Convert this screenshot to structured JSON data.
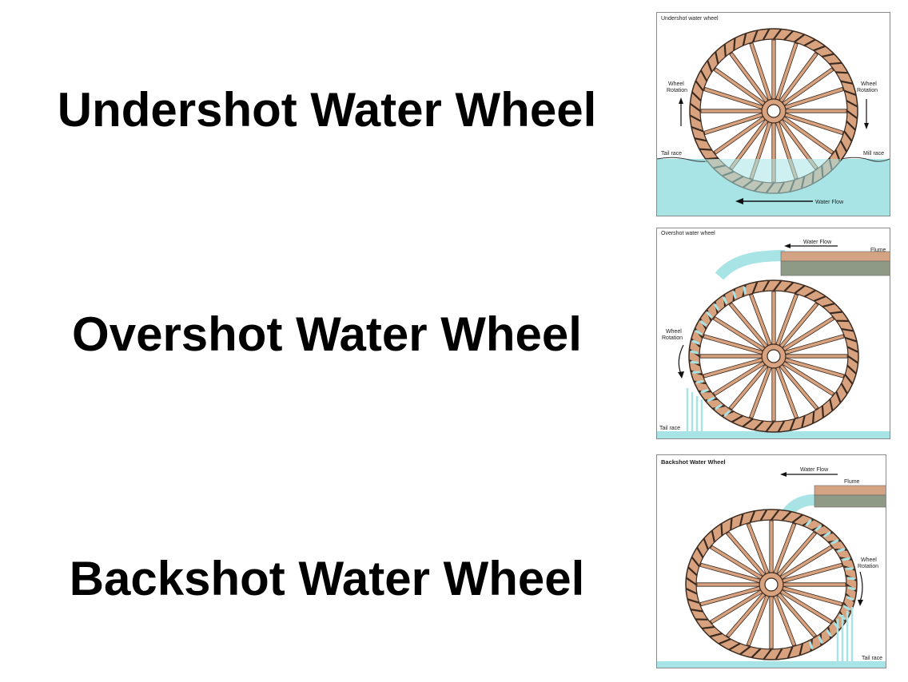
{
  "headings": {
    "undershot": "Undershot Water Wheel",
    "overshot": "Overshot Water Wheel",
    "backshot": "Backshot Water Wheel"
  },
  "undershot_panel": {
    "title": "Undershot water wheel",
    "left_rotation": "Wheel\nRotation",
    "right_rotation": "Wheel\nRotation",
    "tail_race": "Tail race",
    "mill_race": "Mill race",
    "water_flow": "Water Flow"
  },
  "overshot_panel": {
    "title": "Overshot water wheel",
    "water_flow": "Water Flow",
    "flume": "Flume",
    "rotation": "Wheel\nRotation",
    "tail_race": "Tail race"
  },
  "backshot_panel": {
    "title": "Backshot Water Wheel",
    "water_flow": "Water Flow",
    "flume": "Flume",
    "rotation": "Wheel\nRotation",
    "tail_race": "Tail race"
  },
  "colors": {
    "wood": "#d9a27f",
    "wood_dark": "#3a2a20",
    "water": "#a8e4e6",
    "water_dark": "#6fc8cc",
    "flume_top": "#d4a384",
    "flume_bottom": "#8e9a86"
  }
}
